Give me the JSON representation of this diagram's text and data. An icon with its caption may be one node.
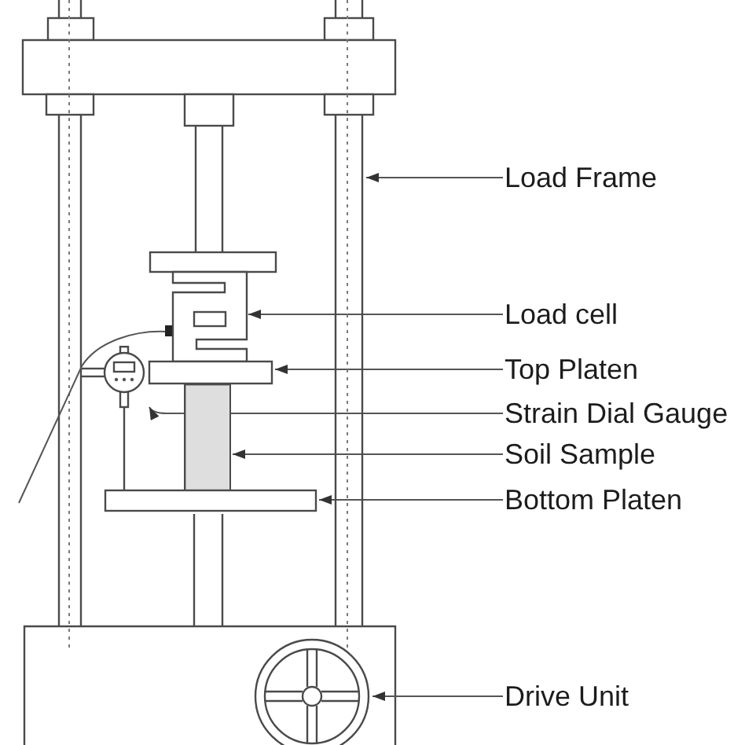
{
  "diagram": {
    "nodes": [
      {
        "text": [
          "Load Frame"
        ]
      },
      {
        "text": [],
        "shape": "bar"
      },
      {
        "text": [
          "Load cell"
        ]
      },
      {
        "text": [],
        "shape": "box"
      },
      {
        "text": [
          "Top Platen"
        ]
      },
      {
        "text": [],
        "shape": "bar"
      },
      {
        "text": [
          "Strain Dial Gauge"
        ]
      },
      {
        "text": [],
        "shape": "circle"
      },
      {
        "text": [
          "Soil Sample"
        ]
      },
      {
        "text": [],
        "shape": "box"
      },
      {
        "text": [
          "Bottom Platen"
        ]
      },
      {
        "text": [],
        "shape": "bar"
      },
      {
        "text": [
          "Drive Unit"
        ]
      },
      {
        "text": [],
        "shape": "circle"
      }
    ],
    "edges": [
      {
        "from": 0,
        "to": 1,
        "arrow": "to"
      },
      {
        "from": 2,
        "to": 3,
        "arrow": "to"
      },
      {
        "from": 4,
        "to": 5,
        "arrow": "to"
      },
      {
        "from": 6,
        "to": 7,
        "arrow": "to"
      },
      {
        "from": 8,
        "to": 9,
        "arrow": "to"
      },
      {
        "from": 10,
        "to": 11,
        "arrow": "to"
      },
      {
        "from": 12,
        "to": 13,
        "arrow": "to"
      }
    ]
  }
}
